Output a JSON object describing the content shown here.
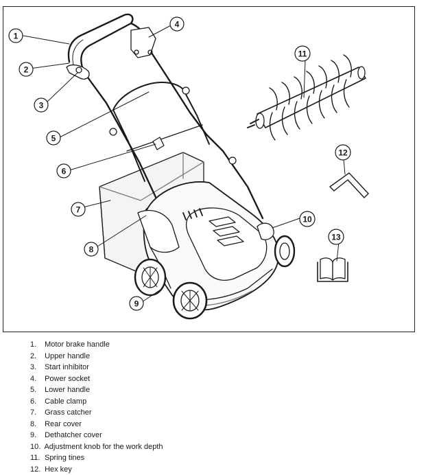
{
  "callouts": [
    "1",
    "2",
    "3",
    "4",
    "5",
    "6",
    "7",
    "8",
    "9",
    "10",
    "11",
    "12",
    "13"
  ],
  "parts": [
    {
      "num": "1.",
      "label": "Motor brake handle"
    },
    {
      "num": "2.",
      "label": "Upper handle"
    },
    {
      "num": "3.",
      "label": "Start inhibitor"
    },
    {
      "num": "4.",
      "label": "Power socket"
    },
    {
      "num": "5.",
      "label": "Lower handle"
    },
    {
      "num": "6.",
      "label": "Cable clamp"
    },
    {
      "num": "7.",
      "label": "Grass catcher"
    },
    {
      "num": "8.",
      "label": "Rear cover"
    },
    {
      "num": "9.",
      "label": "Dethatcher cover"
    },
    {
      "num": "10.",
      "label": "Adjustment knob for the work depth"
    },
    {
      "num": "11.",
      "label": "Spring tines"
    },
    {
      "num": "12.",
      "label": "Hex key"
    }
  ]
}
